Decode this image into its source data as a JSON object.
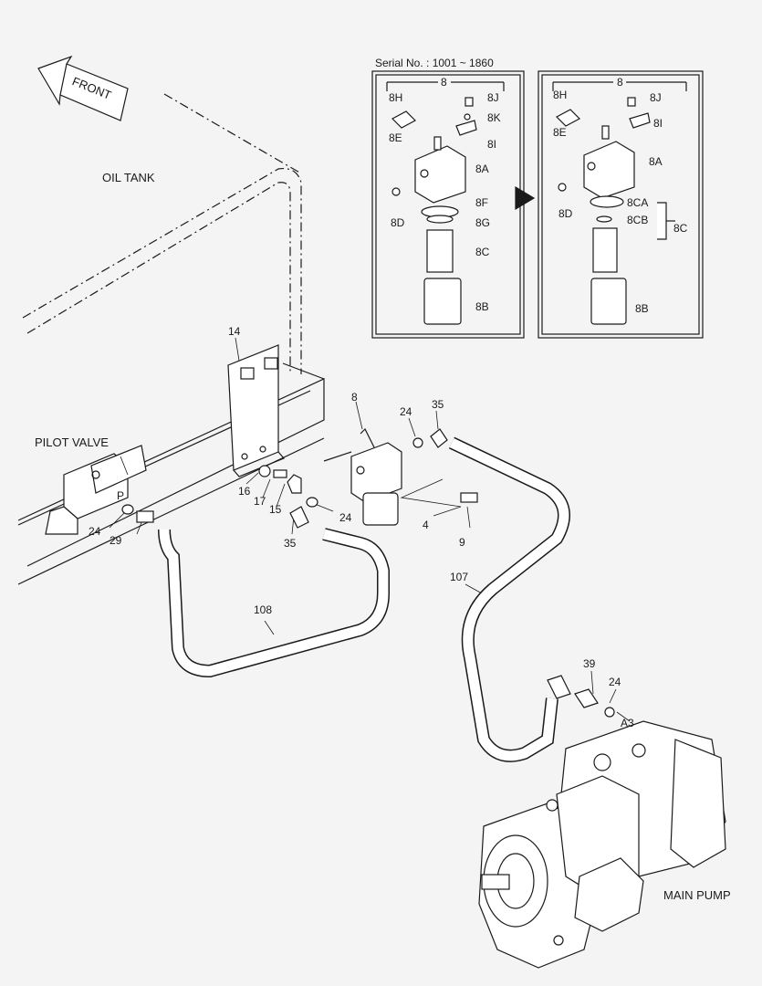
{
  "direction_arrow": {
    "label": "FRONT"
  },
  "components": {
    "oil_tank": "OIL TANK",
    "pilot_valve": "PILOT VALVE",
    "main_pump": "MAIN PUMP"
  },
  "inset": {
    "serial_note": "Serial No. : 1001 ~ 1860",
    "before": {
      "assembly_no": "8",
      "labels": [
        "8H",
        "8J",
        "8K",
        "8E",
        "8I",
        "8A",
        "8D",
        "8F",
        "8G",
        "8C",
        "8B"
      ]
    },
    "after": {
      "assembly_no": "8",
      "labels": [
        "8H",
        "8J",
        "8E",
        "8I",
        "8A",
        "8D",
        "8CA",
        "8CB",
        "8C",
        "8B"
      ]
    }
  },
  "callouts": [
    "14",
    "8",
    "24",
    "35",
    "16",
    "17",
    "15",
    "35",
    "24",
    "4",
    "9",
    "24",
    "29",
    "P",
    "108",
    "107",
    "39",
    "24",
    "A3"
  ],
  "colors": {
    "line": "#1a1a1a",
    "fill": "#ffffff",
    "shade": "#cfcfcf",
    "background": "#f4f4f4"
  }
}
